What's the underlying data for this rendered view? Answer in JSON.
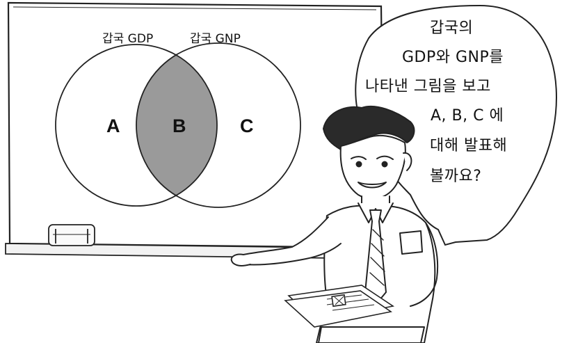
{
  "venn": {
    "left_label": "갑국 GDP",
    "right_label": "갑국 GNP",
    "region_a": "A",
    "region_b": "B",
    "region_c": "C",
    "overlap_color": "#9a9a9a"
  },
  "speech_bubble": {
    "lines": [
      "갑국의",
      "GDP와 GNP를",
      "나타낸 그림을 보고",
      "A, B, C 에",
      "대해 발표해",
      "볼까요?"
    ]
  },
  "icons": [
    "whiteboard",
    "eraser",
    "teacher-figure",
    "papers"
  ]
}
